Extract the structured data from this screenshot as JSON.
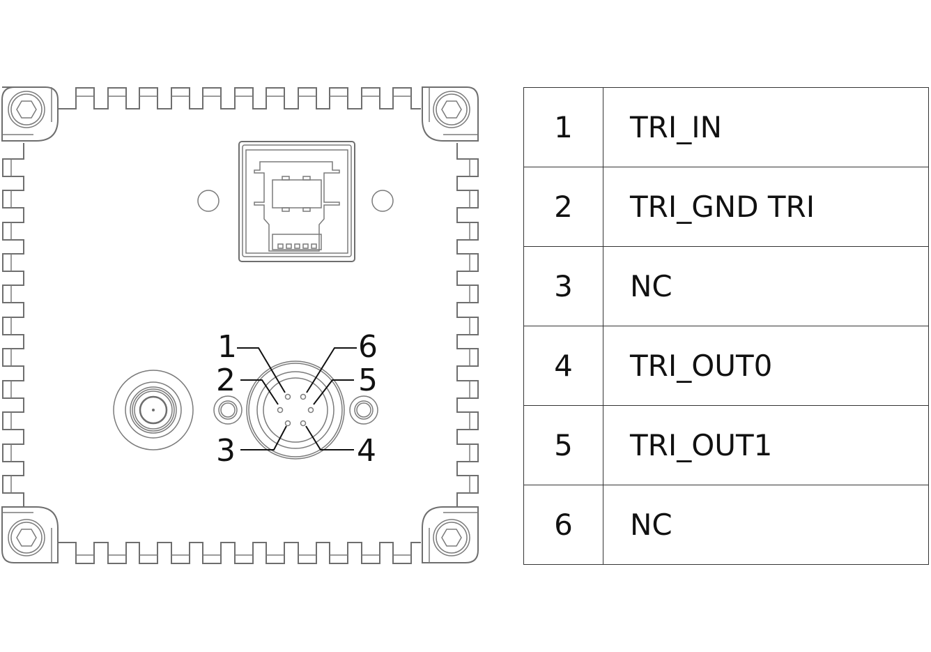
{
  "title": "Camera rear panel I/O connector pinout",
  "connector": {
    "pin_labels": [
      "1",
      "2",
      "3",
      "4",
      "5",
      "6"
    ]
  },
  "pinout_table": {
    "rows": [
      {
        "pin": "1",
        "signal": "TRI_IN"
      },
      {
        "pin": "2",
        "signal": "TRI_GND TRI"
      },
      {
        "pin": "3",
        "signal": "NC"
      },
      {
        "pin": "4",
        "signal": "TRI_OUT0"
      },
      {
        "pin": "5",
        "signal": "TRI_OUT1"
      },
      {
        "pin": "6",
        "signal": "NC"
      }
    ]
  },
  "colors": {
    "outline": "#6e6e6e",
    "text": "#111111",
    "table_border": "#333333"
  }
}
